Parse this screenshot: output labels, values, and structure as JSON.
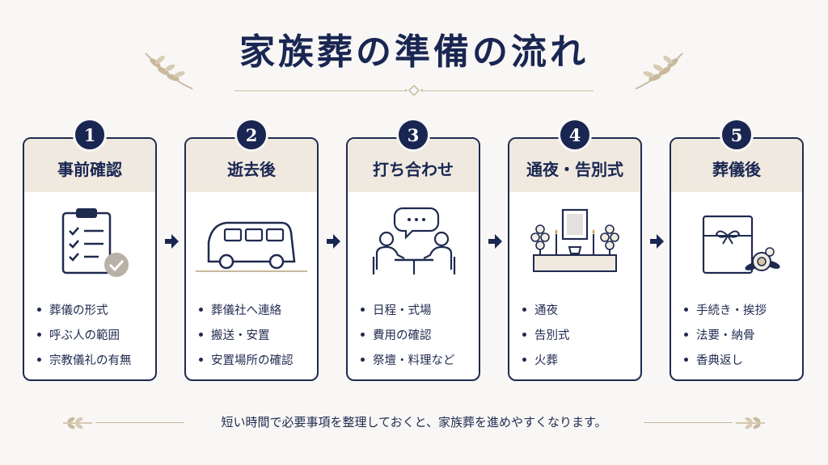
{
  "title": "家族葬の準備の流れ",
  "steps": [
    {
      "number": "1",
      "heading": "事前確認",
      "icon": "clipboard-check-icon",
      "items": [
        "葬儀の形式",
        "呼ぶ人の範囲",
        "宗教儀礼の有無"
      ]
    },
    {
      "number": "2",
      "heading": "逝去後",
      "icon": "van-icon",
      "items": [
        "葬儀社へ連絡",
        "搬送・安置",
        "安置場所の確認"
      ]
    },
    {
      "number": "3",
      "heading": "打ち合わせ",
      "icon": "meeting-icon",
      "items": [
        "日程・式場",
        "費用の確認",
        "祭壇・料理など"
      ]
    },
    {
      "number": "4",
      "heading": "通夜・告別式",
      "icon": "altar-icon",
      "items": [
        "通夜",
        "告別式",
        "火葬"
      ]
    },
    {
      "number": "5",
      "heading": "葬儀後",
      "icon": "gift-envelope-icon",
      "items": [
        "手続き・挨拶",
        "法要・納骨",
        "香典返し"
      ]
    }
  ],
  "footer": "短い時間で必要事項を整理しておくと、家族葬を進めやすくなります。",
  "colors": {
    "navy": "#1a2652",
    "beige": "#efe9df",
    "gold": "#c9b99c",
    "background": "#f8f7f5"
  }
}
